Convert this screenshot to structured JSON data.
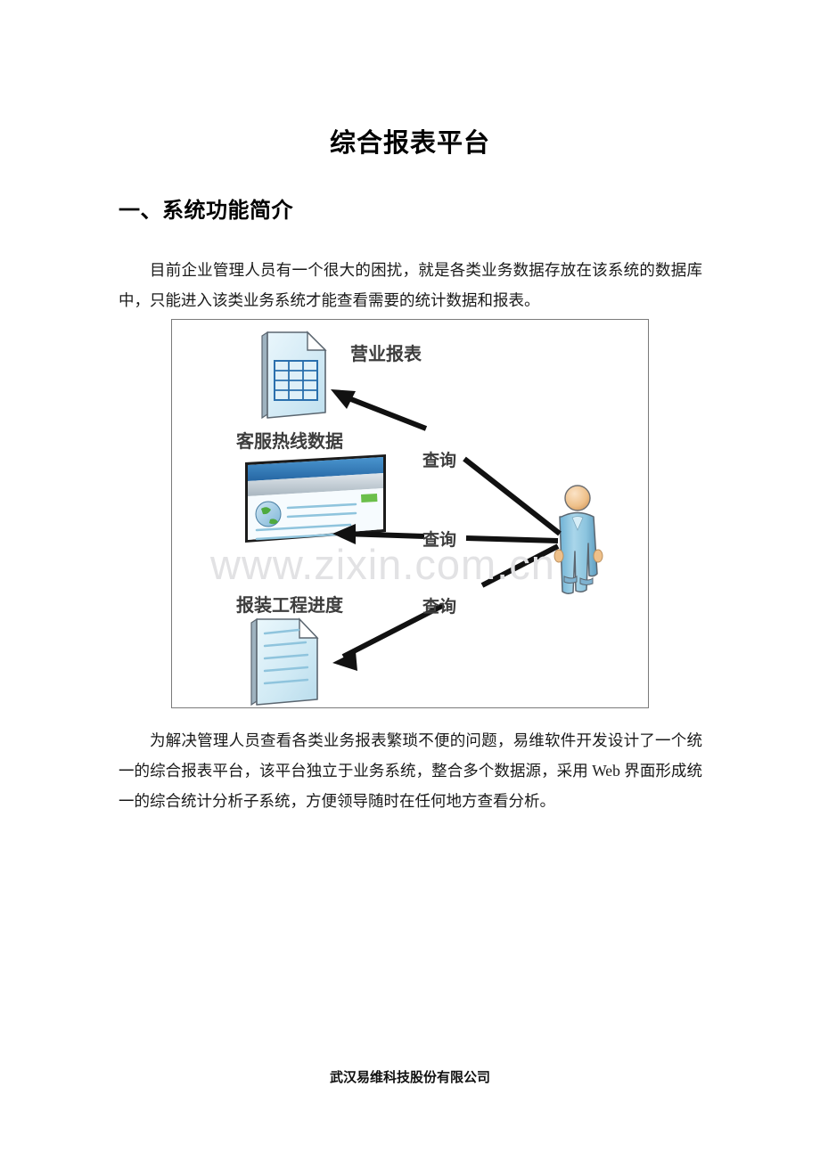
{
  "document": {
    "title": "综合报表平台",
    "section_heading": "一、系统功能简介",
    "paragraph_1": "目前企业管理人员有一个很大的困扰，就是各类业务数据存放在该系统的数据库中，只能进入该类业务系统才能查看需要的统计数据和报表。",
    "paragraph_2": "为解决管理人员查看各类业务报表繁琐不便的问题，易维软件开发设计了一个统一的综合报表平台，该平台独立于业务系统，整合多个数据源，采用 Web 界面形成统一的综合统计分析子系统，方便领导随时在任何地方查看分析。",
    "footer": "武汉易维科技股份有限公司",
    "watermark": "www.zixin.com.cn"
  },
  "figure": {
    "caption_top": "营业报表",
    "caption_middle": "客服热线数据",
    "caption_bottom": "报装工程进度",
    "arrow_label_1": "查询",
    "arrow_label_2": "查询",
    "arrow_label_3": "查询",
    "colors": {
      "doc_fill": "#cfe8f2",
      "doc_fill_light": "#e8f5fb",
      "doc_stroke": "#5b6670",
      "grid_blue": "#2a6fad",
      "browser_title": "#2f7cc0",
      "browser_toolbar": "#b9c4cc",
      "globe_green": "#4faa3f",
      "person_body": "#8cc2dd",
      "person_head": "#f0c99a",
      "arrow_black": "#1a1a1a",
      "border_gray": "#7b7b7b"
    }
  }
}
